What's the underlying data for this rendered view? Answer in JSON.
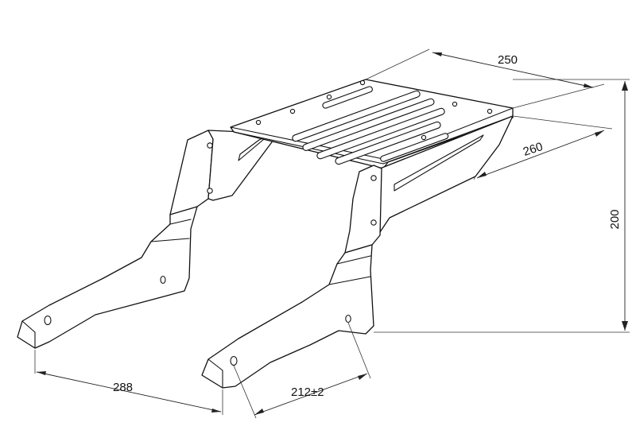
{
  "dimensions": {
    "width_top": "250",
    "depth_top": "260",
    "height": "200",
    "bottom_left": "288",
    "bottom_hole_spacing": "212±2"
  }
}
